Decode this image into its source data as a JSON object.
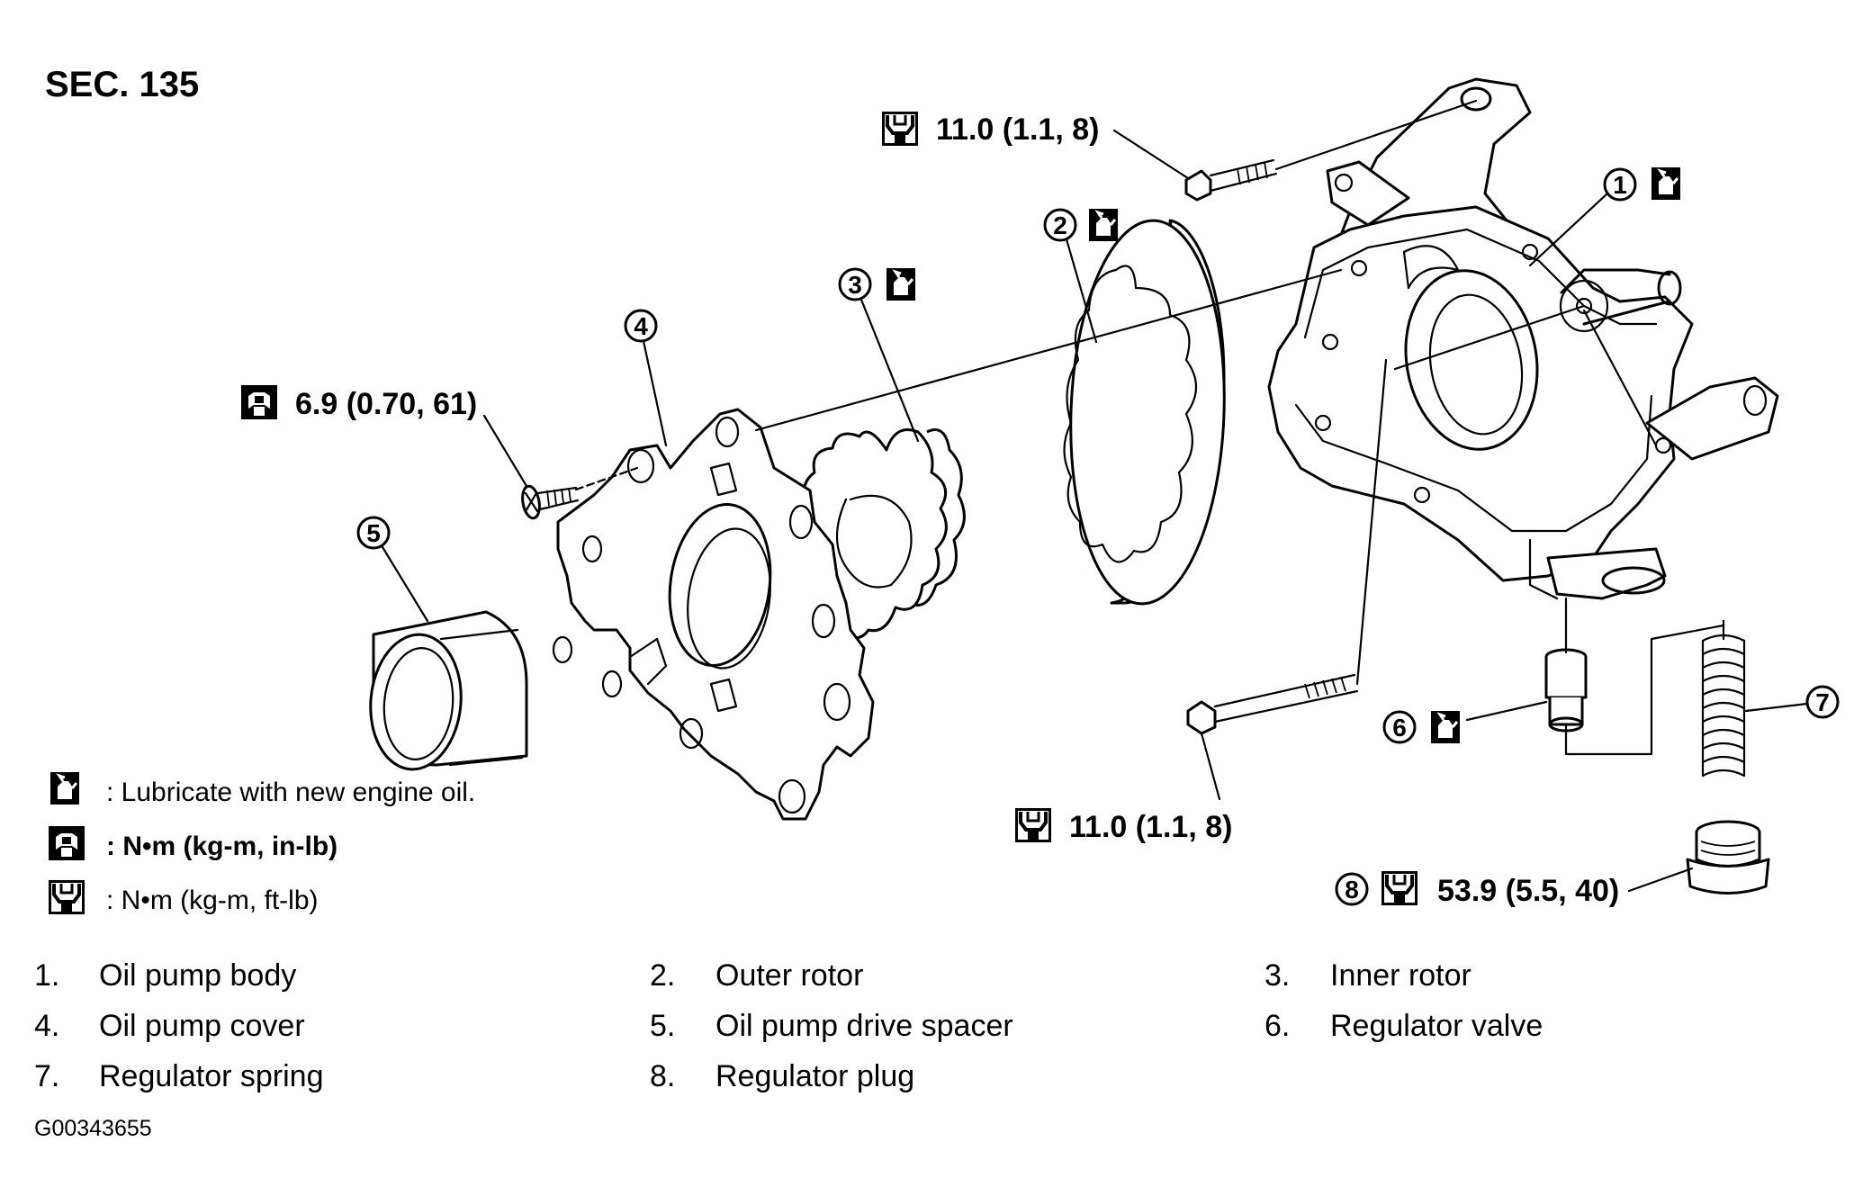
{
  "section": "SEC. 135",
  "torque_specs": {
    "top_bolt": "11.0 (1.1, 8)",
    "cover_screw": "6.9 (0.70, 61)",
    "lower_bolt": "11.0 (1.1, 8)",
    "plug": "53.9 (5.5, 40)"
  },
  "callouts": [
    "1",
    "2",
    "3",
    "4",
    "5",
    "6",
    "7",
    "8"
  ],
  "legend": {
    "lubricate": ": Lubricate with new engine oil.",
    "torque_inlb": ": N•m  (kg-m,  in-lb)",
    "torque_ftlb": ": N•m  (kg-m,  ft-lb)"
  },
  "parts": [
    {
      "num": "1.",
      "name": "Oil pump body"
    },
    {
      "num": "2.",
      "name": "Outer rotor"
    },
    {
      "num": "3.",
      "name": "Inner rotor"
    },
    {
      "num": "4.",
      "name": "Oil pump cover"
    },
    {
      "num": "5.",
      "name": "Oil pump drive spacer"
    },
    {
      "num": "6.",
      "name": "Regulator valve"
    },
    {
      "num": "7.",
      "name": "Regulator spring"
    },
    {
      "num": "8.",
      "name": "Regulator plug"
    }
  ],
  "figure_id": "G00343655",
  "icons": [
    "oil-can-icon",
    "torque-wrench-inlb-icon",
    "torque-wrench-ftlb-icon"
  ]
}
